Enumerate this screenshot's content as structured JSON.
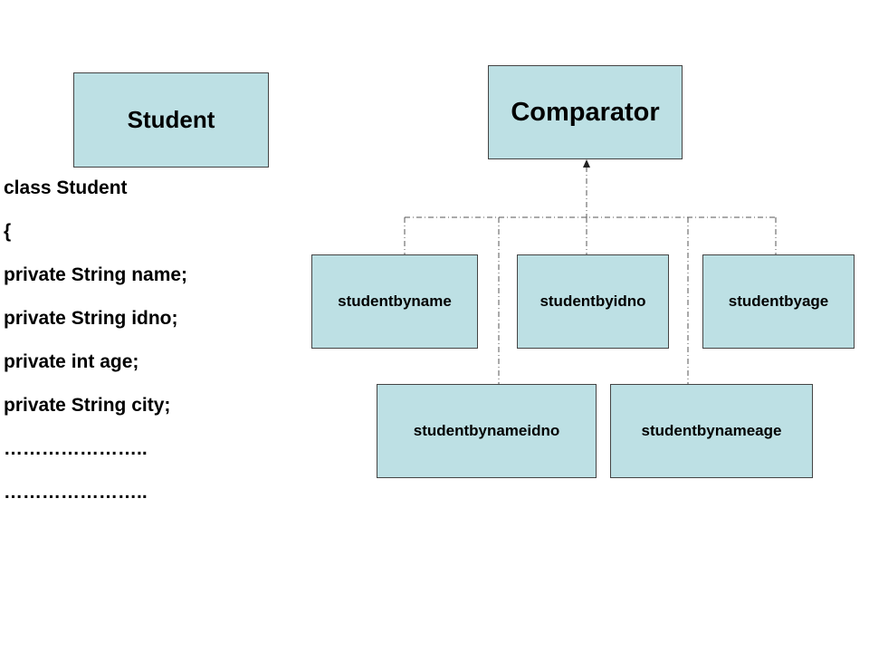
{
  "diagram": {
    "student_class_label": "Student",
    "parent_interface_label": "Comparator",
    "implementations": {
      "by_name": "studentbyname",
      "by_idno": "studentbyidno",
      "by_age": "studentbyage",
      "by_name_idno": "studentbynameidno",
      "by_name_age": "studentbynameage"
    },
    "box_fill_color": "#bde0e4",
    "connector_style": "dash-dot line with arrowhead to parent"
  },
  "code": {
    "lines": [
      "class Student",
      "{",
      "private String name;",
      "private String idno;",
      "private int age;",
      "private String city;",
      "…………………..",
      "………………….."
    ]
  }
}
